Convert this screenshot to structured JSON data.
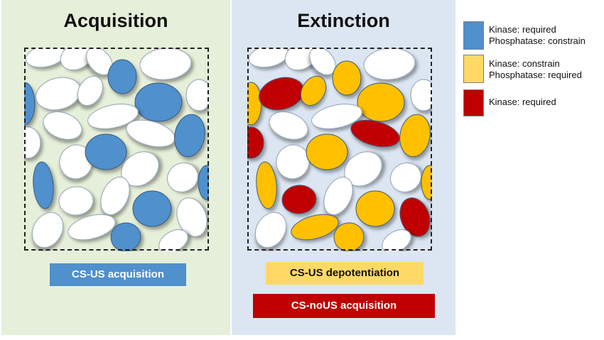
{
  "acquisition": {
    "title": "Acquisition",
    "label": "CS-US acquisition"
  },
  "extinction": {
    "title": "Extinction",
    "label_depotentiation": "CS-US depotentiation",
    "label_noUS": "CS-noUS acquisition"
  },
  "legend": [
    {
      "color": "#4f90cd",
      "line1": "Kinase: required",
      "line2": "Phosphatase: constrain"
    },
    {
      "color": "#ffd966",
      "line1": "Kinase: constrain",
      "line2": "Phosphatase: required"
    },
    {
      "color": "#c00000",
      "line1": "Kinase: required",
      "line2": ""
    }
  ],
  "colors": {
    "blue": "#4f90cd",
    "yellow": "#ffc000",
    "red": "#c00000",
    "white": "#ffffff",
    "acquisition_bg": "#e6efd9",
    "extinction_bg": "#dce6f2"
  }
}
